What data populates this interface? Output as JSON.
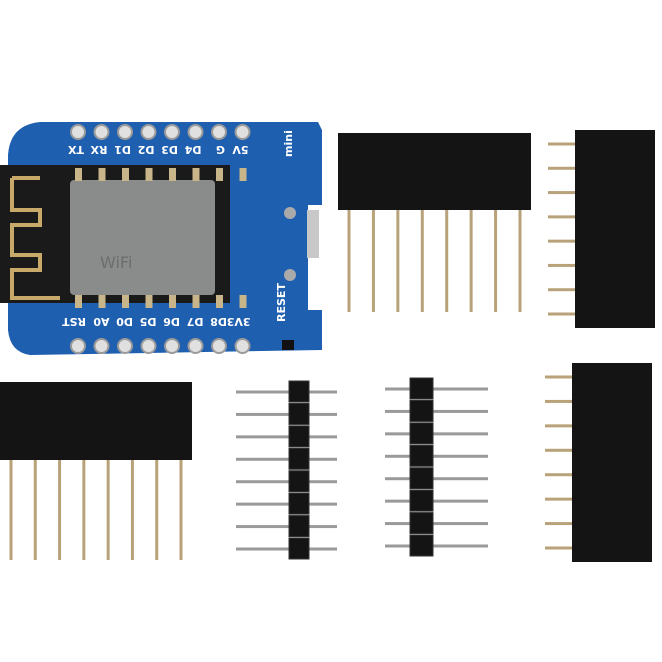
{
  "board": {
    "top_labels": [
      "TX",
      "RX",
      "D1",
      "D2",
      "D3",
      "D4",
      "G",
      "5V"
    ],
    "bottom_labels": [
      "RST",
      "A0",
      "D0",
      "D5",
      "D6",
      "D7",
      "D8",
      "3V3"
    ],
    "model_label": "mini",
    "reset_label": "RESET",
    "module_logo": "WiFi"
  },
  "colors": {
    "pcb": "#1f5fb0",
    "header": "#141414",
    "pin": "#b8a27a",
    "shield": "#8a8c8c"
  }
}
